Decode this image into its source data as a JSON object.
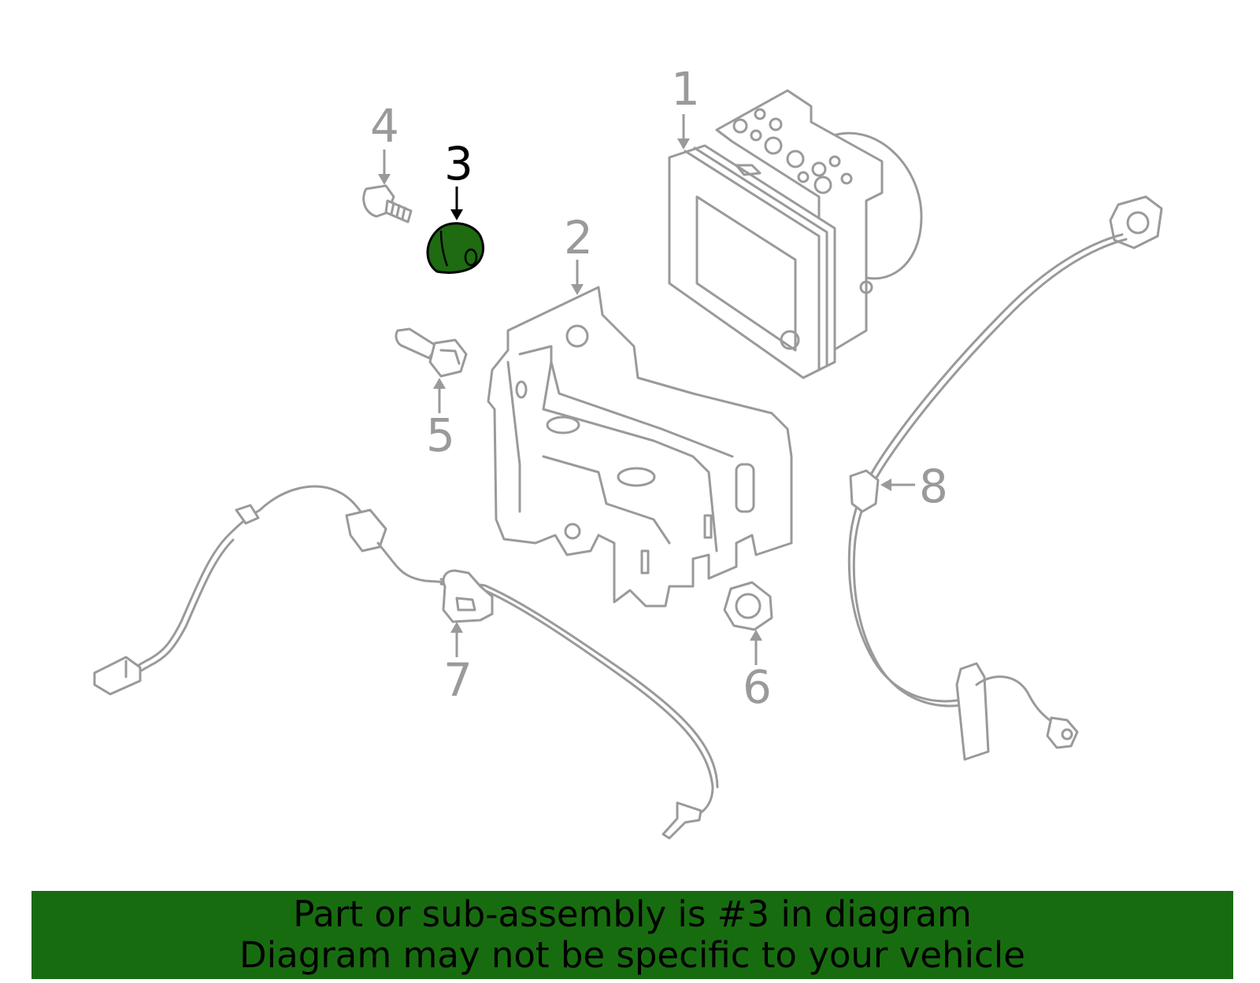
{
  "callouts": {
    "c1": "1",
    "c2": "2",
    "c3": "3",
    "c4": "4",
    "c5": "5",
    "c6": "6",
    "c7": "7",
    "c8": "8"
  },
  "highlighted_part": "3",
  "colors": {
    "banner_background": "#186c10",
    "highlight_fill": "#1e6b12",
    "line_art": "#9a9a9a",
    "text": "#000000"
  },
  "banner": {
    "line1": "Part or sub-assembly is #3 in diagram",
    "line2": "Diagram may not be specific to your vehicle"
  }
}
